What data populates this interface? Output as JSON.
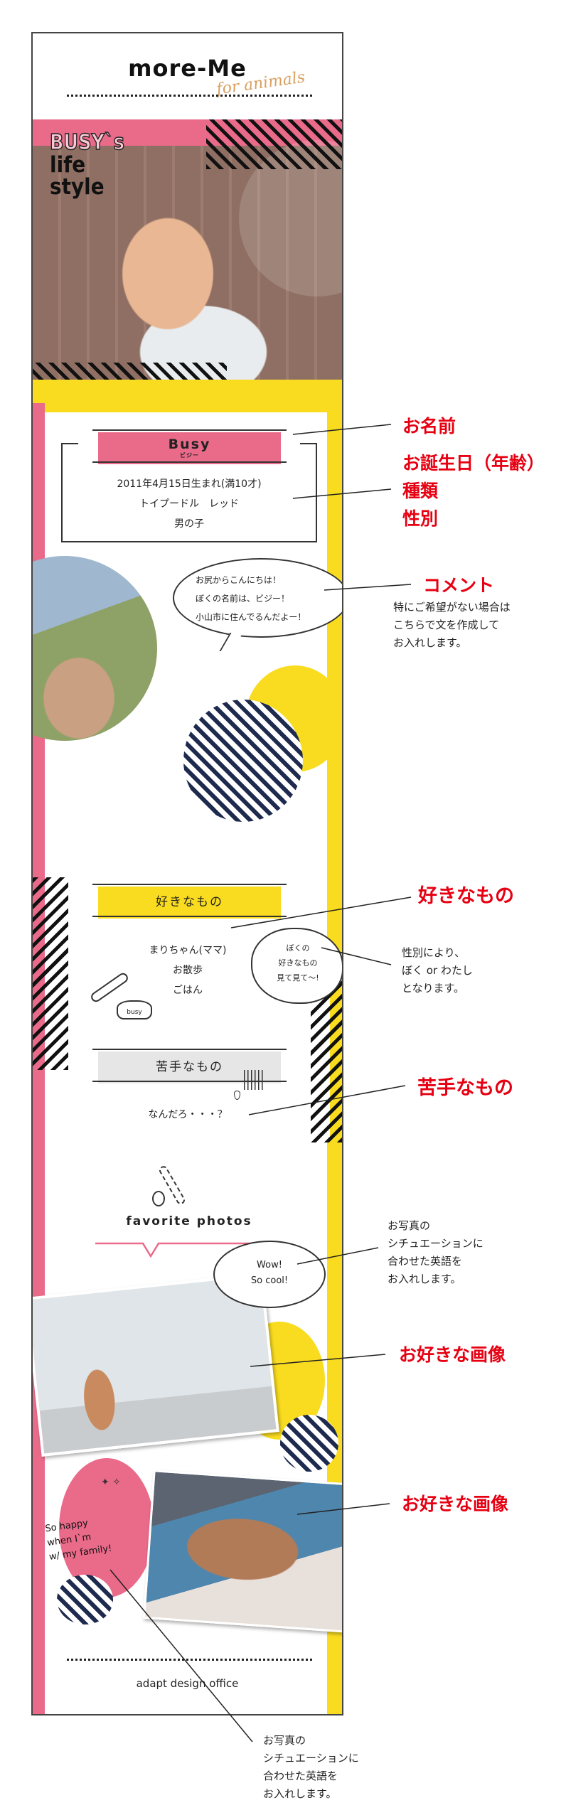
{
  "header": {
    "logo": "more-Me",
    "logo_sub": "for animals"
  },
  "hero": {
    "title_outline": "BUSY`s",
    "title_line1": "life",
    "title_line2": "style"
  },
  "profile": {
    "name": "Busy",
    "name_kana": "ビジー",
    "birth": "2011年4月15日生まれ(満10才)",
    "breed": "トイプードル　レッド",
    "sex": "男の子"
  },
  "comment": {
    "lines": [
      "お尻からこんにちは！",
      "ぼくの名前は、ビジー！",
      "小山市に住んでるんだよー！"
    ]
  },
  "likes": {
    "title": "好きなもの",
    "items": [
      "まりちゃん(ママ)",
      "お散歩",
      "ごはん"
    ],
    "bowl_label": "busy",
    "cloud": [
      "ぼくの",
      "好きなもの",
      "見て見て〜!"
    ]
  },
  "dislikes": {
    "title": "苦手なもの",
    "items": [
      "なんだろ・・・？"
    ]
  },
  "photos": {
    "title": "favorite photos",
    "bubble": [
      "Wow!",
      "So cool!"
    ],
    "caption": [
      "So happy",
      "when I`m",
      "w/ my family!"
    ]
  },
  "footer": {
    "credit": "adapt design office"
  },
  "annotations": {
    "name": "お名前",
    "birth": "お誕生日（年齢）",
    "breed": "種類",
    "sex": "性別",
    "comment": "コメント",
    "comment_note": [
      "特にご希望がない場合は",
      "こちらで文を作成して",
      "お入れします。"
    ],
    "likes": "好きなもの",
    "likes_note": [
      "性別により、",
      "ぼく or わたし",
      "となります。"
    ],
    "dislikes": "苦手なもの",
    "english_note": [
      "お写真の",
      "シチュエーションに",
      "合わせた英語を",
      "お入れします。"
    ],
    "photo1": "お好きな画像",
    "photo2": "お好きな画像",
    "english_note2": [
      "お写真の",
      "シチュエーションに",
      "合わせた英語を",
      "お入れします。"
    ]
  },
  "colors": {
    "pink": "#ea6a8a",
    "yellow": "#f9dc1f",
    "navy": "#1f2a4f",
    "red": "#e60012",
    "tan": "#d9a060"
  }
}
